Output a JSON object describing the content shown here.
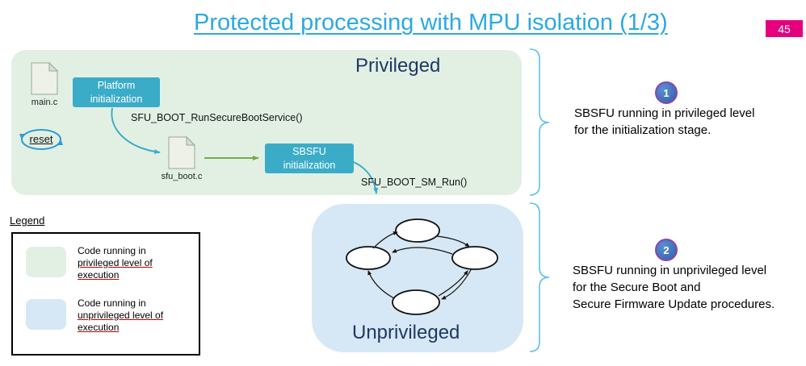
{
  "colors": {
    "title-accent": "#2BA9E0",
    "badge-bg": "#E6007E",
    "zone-privileged-bg": "#E2F0E4",
    "zone-unprivileged-bg": "#D6E8F5",
    "button-teal": "#3AACC8",
    "heading-navy": "#203864",
    "arrow-teal": "#3AACC8",
    "arrow-green": "#70AD47",
    "arrow-blue": "#2E9BD5",
    "brace-blue": "#5BC2E7",
    "step-circle-fill": "#2E5FA3",
    "step-circle-border": "#8E44AD",
    "spellcheck-red": "#C00000"
  },
  "header": {
    "title": "Protected processing with MPU isolation (1/3)",
    "page_number": "45"
  },
  "privileged": {
    "label": "Privileged",
    "file_main": "main.c",
    "platform_button": {
      "line1": "Platform",
      "line2": "initialization"
    },
    "call_run_service": "SFU_BOOT_RunSecureBootService()",
    "reset_label": "reset",
    "file_boot": "sfu_boot.c",
    "sbsfu_button": {
      "line1": "SBSFU",
      "line2": "initialization"
    },
    "call_sm_run": "SFU_BOOT_SM_Run()"
  },
  "unprivileged": {
    "label": "Unprivileged"
  },
  "steps": [
    {
      "number": "1",
      "lines": [
        "SBSFU running in privileged level",
        "for the initialization stage."
      ]
    },
    {
      "number": "2",
      "lines": [
        "SBSFU running in unprivileged level",
        "for the Secure Boot and",
        "Secure Firmware Update procedures."
      ]
    }
  ],
  "legend": {
    "title": "Legend",
    "items": [
      {
        "lines": [
          "Code running in",
          "privileged level of",
          "execution"
        ]
      },
      {
        "lines": [
          "Code running in",
          "unprivileged level of",
          "execution"
        ]
      }
    ]
  }
}
